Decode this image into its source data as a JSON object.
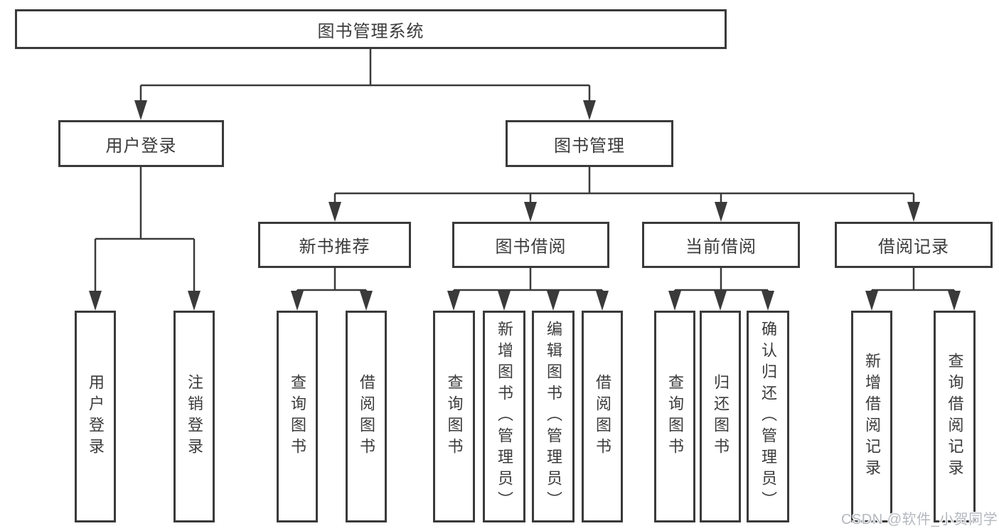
{
  "diagram": {
    "root": {
      "label": "图书管理系统"
    },
    "level2": [
      {
        "label": "用户登录"
      },
      {
        "label": "图书管理"
      }
    ],
    "level3": [
      {
        "label": "新书推荐"
      },
      {
        "label": "图书借阅"
      },
      {
        "label": "当前借阅"
      },
      {
        "label": "借阅记录"
      }
    ],
    "leaves": {
      "user_login": [
        {
          "label": "用户登录"
        },
        {
          "label": "注销登录"
        }
      ],
      "new_book_recommend": [
        {
          "label": "查询图书"
        },
        {
          "label": "借阅图书"
        }
      ],
      "book_borrow": [
        {
          "label": "查询图书"
        },
        {
          "label": "新增图书（管理员）"
        },
        {
          "label": "编辑图书（管理员）"
        },
        {
          "label": "借阅图书"
        }
      ],
      "current_borrow": [
        {
          "label": "查询图书"
        },
        {
          "label": "归还图书"
        },
        {
          "label": "确认归还（管理员）"
        }
      ],
      "borrow_record": [
        {
          "label": "新增借阅记录"
        },
        {
          "label": "查询借阅记录"
        }
      ]
    }
  },
  "watermark": {
    "text": "CSDN @软件_小贺同学"
  },
  "colors": {
    "line": "#3a3a3a",
    "text": "#3b3b3b",
    "watermark": "#b4b8be",
    "background": "#ffffff"
  }
}
